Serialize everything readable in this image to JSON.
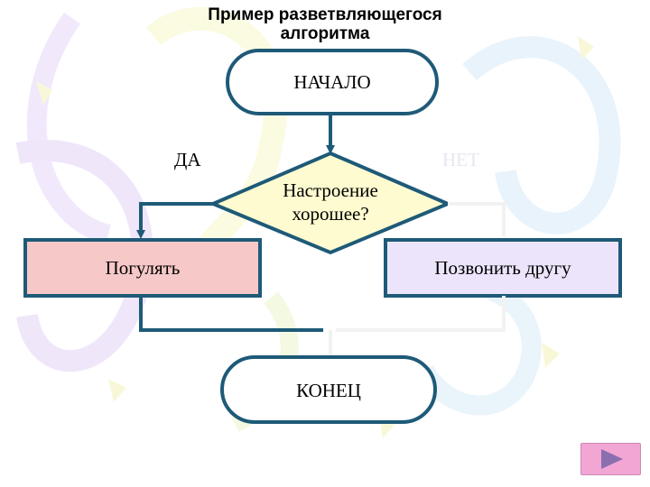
{
  "title": {
    "line1": "Пример разветвляющегося",
    "line2": "алгоритма"
  },
  "flowchart": {
    "start": "НАЧАЛО",
    "condition_line1": "Настроение",
    "condition_line2": "хорошее?",
    "yes_label": "ДА",
    "no_label": "НЕТ",
    "yes_action": "Погулять",
    "no_action": "Позвонить другу",
    "end": "КОНЕЦ"
  },
  "colors": {
    "stroke": "#1e5a78",
    "decision_fill": "#fffbd0",
    "yes_action_fill": "#f7c8c8",
    "no_action_fill": "#ece4fb"
  },
  "navigation": {
    "next_icon": "play-arrow-icon"
  }
}
